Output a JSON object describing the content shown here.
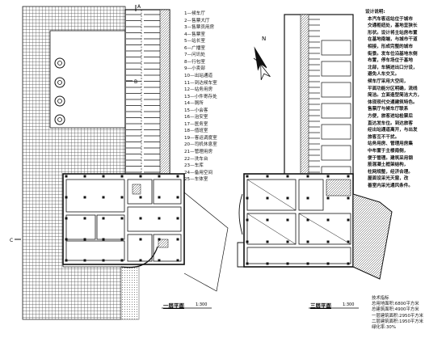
{
  "plan_left": {
    "title": "一层平面",
    "scale": "1:300",
    "axis_marks": [
      "A",
      "B",
      "C"
    ]
  },
  "plan_right": {
    "title": "三层平面",
    "scale": "1:300"
  },
  "north_label": "N",
  "legend": [
    "1—候车厅",
    "2—售票大厅",
    "3—售票员用房",
    "4—售票室",
    "5—站长室",
    "6—广播室",
    "7—问讯处",
    "8—行包室",
    "9—小卖部",
    "10—出站通道",
    "11—到达候车室",
    "12—站务用房",
    "13—小件寄存处",
    "14—厕所",
    "15—小会客",
    "16—治安室",
    "17—医务室",
    "18—值班室",
    "19—客运调度室",
    "20—司机休息室",
    "21—管理用房",
    "22—洗车台",
    "23—车库",
    "24—备用空间",
    "25—车体室"
  ],
  "design_notes": [
    "设计说明:",
    "本汽车客运站位于城市",
    "交通枢纽处，基地呈狭长",
    "形状。设计将主站房布置",
    "在基地南端，与城市干道",
    "相接，形成完整的城市",
    "街景。发车位沿基地东侧",
    "布置，停车场位于基地",
    "北部，车辆进出口分设，",
    "避免人车交叉。",
    "候车厅采用大空间，",
    "平面功能分区明确，流线",
    "简洁。立面造型简洁大方，",
    "体现现代交通建筑特色。",
    "售票厅与候车厅联系",
    "方便，旅客进站检票后",
    "直达发车位。到达旅客",
    "经出站通道离开，与出发",
    "旅客互不干扰。",
    "站务用房、管理用房集",
    "中布置于主楼南侧，",
    "便于管理。建筑采用钢",
    "筋混凝土框架结构，",
    "柱网规整，经济合理。",
    "屋面设采光天窗，改",
    "善室内采光通风条件。"
  ],
  "stats": [
    "技术指标",
    "总用地面积:6800平方米",
    "总建筑面积:4900平方米",
    "一层建筑面积:2950平方米",
    "二层建筑面积:1950平方米",
    "绿化率:30%"
  ]
}
